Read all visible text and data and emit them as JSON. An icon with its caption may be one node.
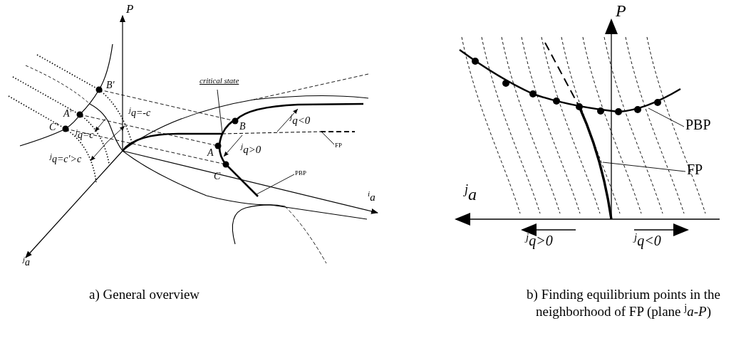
{
  "diagram": {
    "nodes": [
      {
        "text": [
          "critical state"
        ]
      },
      {
        "text": [
          "FP"
        ]
      },
      {
        "text": [
          "PBP"
        ]
      },
      {
        "text": [
          "PBP"
        ]
      },
      {
        "text": [
          "FP"
        ]
      }
    ],
    "edges": [
      {
        "from": 0,
        "to": null,
        "arrow": "none"
      },
      {
        "from": 1,
        "to": null,
        "arrow": "none"
      },
      {
        "from": 2,
        "to": null,
        "arrow": "none"
      },
      {
        "from": 3,
        "to": null,
        "arrow": "none"
      },
      {
        "from": 4,
        "to": null,
        "arrow": "none"
      }
    ],
    "labels": [
      "P",
      "B'",
      "A'",
      "C'",
      "$^{j}$q=-c",
      "$^{j}$q=c",
      "$^{j}$q=c'>c",
      "$^{j}$a",
      "B",
      "A",
      "C",
      "$^{j}$q<0",
      "$^{j}$q>0",
      "$^{i}$a",
      "P",
      "$^{j}$a",
      "$^{j}$q>0",
      "$^{j}$q<0",
      "a) General overview",
      "b) Finding equilibrium points in the neighborhood of FP (plane $^{j}$*a*-*P*)"
    ]
  }
}
